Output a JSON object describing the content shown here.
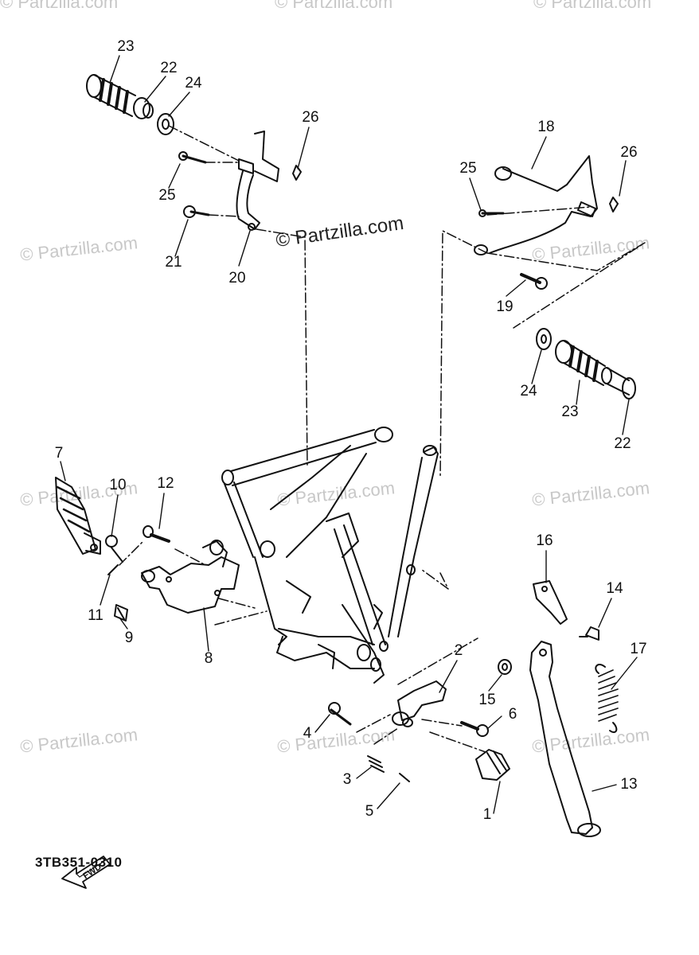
{
  "watermark": {
    "text": "© Partzilla.com",
    "main_text": "© Partzilla.com"
  },
  "diagram_code": "3TB351-0310",
  "fwd_label": "FWD",
  "callouts": [
    {
      "id": "23",
      "name": "callout-23-left"
    },
    {
      "id": "22",
      "name": "callout-22-left"
    },
    {
      "id": "24",
      "name": "callout-24-left"
    },
    {
      "id": "26",
      "name": "callout-26-left"
    },
    {
      "id": "25",
      "name": "callout-25-left"
    },
    {
      "id": "21",
      "name": "callout-21"
    },
    {
      "id": "20",
      "name": "callout-20"
    },
    {
      "id": "18",
      "name": "callout-18"
    },
    {
      "id": "26",
      "name": "callout-26-right"
    },
    {
      "id": "25",
      "name": "callout-25-right"
    },
    {
      "id": "19",
      "name": "callout-19"
    },
    {
      "id": "24",
      "name": "callout-24-right"
    },
    {
      "id": "23",
      "name": "callout-23-right"
    },
    {
      "id": "22",
      "name": "callout-22-right"
    },
    {
      "id": "7",
      "name": "callout-7"
    },
    {
      "id": "10",
      "name": "callout-10"
    },
    {
      "id": "12",
      "name": "callout-12"
    },
    {
      "id": "11",
      "name": "callout-11"
    },
    {
      "id": "9",
      "name": "callout-9"
    },
    {
      "id": "8",
      "name": "callout-8"
    },
    {
      "id": "16",
      "name": "callout-16"
    },
    {
      "id": "14",
      "name": "callout-14"
    },
    {
      "id": "17",
      "name": "callout-17"
    },
    {
      "id": "2",
      "name": "callout-2"
    },
    {
      "id": "15",
      "name": "callout-15"
    },
    {
      "id": "6",
      "name": "callout-6"
    },
    {
      "id": "4",
      "name": "callout-4"
    },
    {
      "id": "3",
      "name": "callout-3"
    },
    {
      "id": "5",
      "name": "callout-5"
    },
    {
      "id": "1",
      "name": "callout-1"
    },
    {
      "id": "13",
      "name": "callout-13"
    }
  ]
}
